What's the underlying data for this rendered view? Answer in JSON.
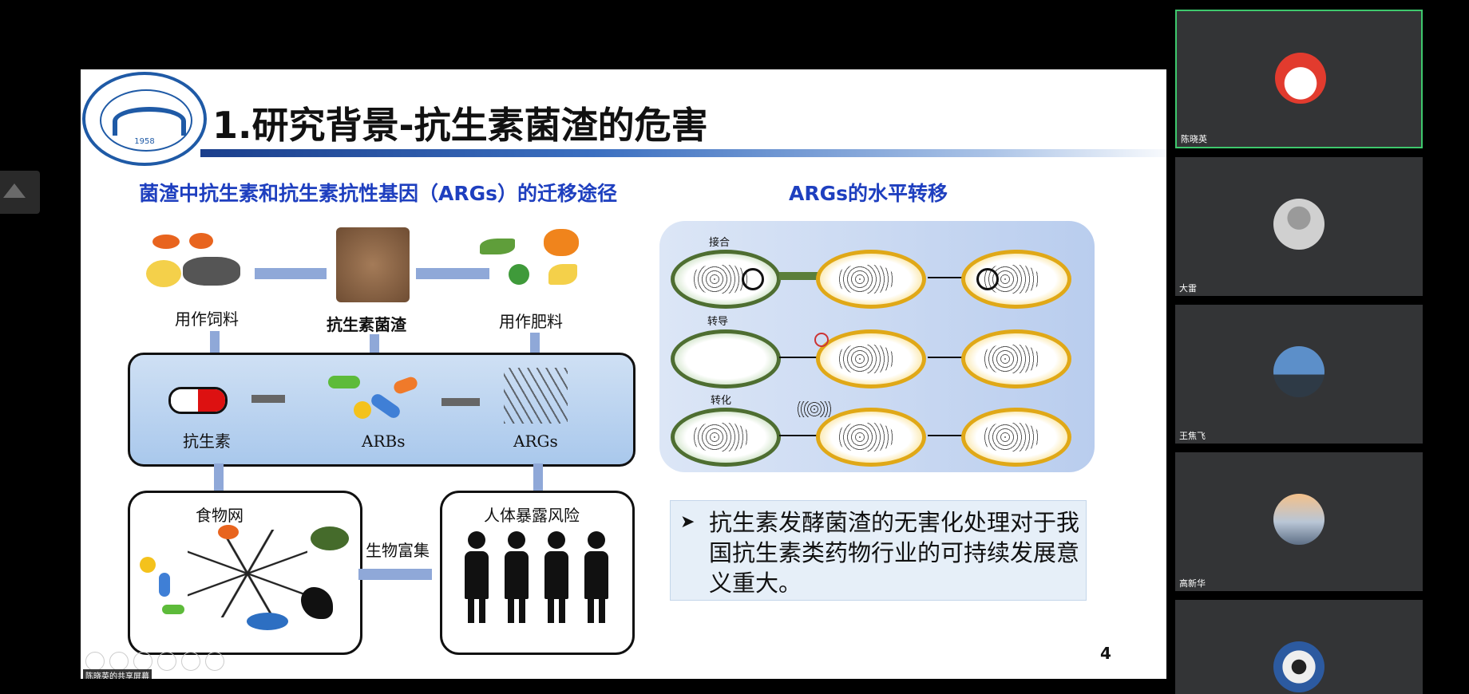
{
  "slide": {
    "title": "1.研究背景-抗生素菌渣的危害",
    "logo": {
      "year": "1958"
    },
    "left_heading": "菌渣中抗生素和抗生素抗性基因（ARGs）的迁移途径",
    "right_heading": "ARGs的水平转移",
    "diagram_left": {
      "feed_label": "用作饲料",
      "residue_label": "抗生素菌渣",
      "fertilizer_label": "用作肥料",
      "antibiotic_label": "抗生素",
      "arbs_label": "ARBs",
      "args_label": "ARGs",
      "foodweb_label": "食物网",
      "bioaccum_label": "生物富集",
      "exposure_label": "人体暴露风险"
    },
    "diagram_right": {
      "conjugation_label": "接合",
      "transduction_label": "转导",
      "transformation_label": "转化"
    },
    "note": {
      "bullet": "➤",
      "text": "抗生素发酵菌渣的无害化处理对于我国抗生素类药物行业的可持续发展意义重大。"
    },
    "page_number": "4"
  },
  "share": {
    "label": "陈晓英的共享屏幕"
  },
  "participants": [
    {
      "name": "陈晓英",
      "avatar": "power-cartoon-avatar",
      "active": true
    },
    {
      "name": "大雷",
      "avatar": "default-person-avatar",
      "active": false
    },
    {
      "name": "王焦飞",
      "avatar": "sky-photo-avatar",
      "active": false
    },
    {
      "name": "高新华",
      "avatar": "sunset-photo-avatar",
      "active": false
    },
    {
      "name": "",
      "avatar": "panda-avatar",
      "active": false
    }
  ],
  "colors": {
    "heading_blue": "#1e3fbf",
    "active_border": "#3ec86d",
    "tile_bg": "#333436"
  }
}
